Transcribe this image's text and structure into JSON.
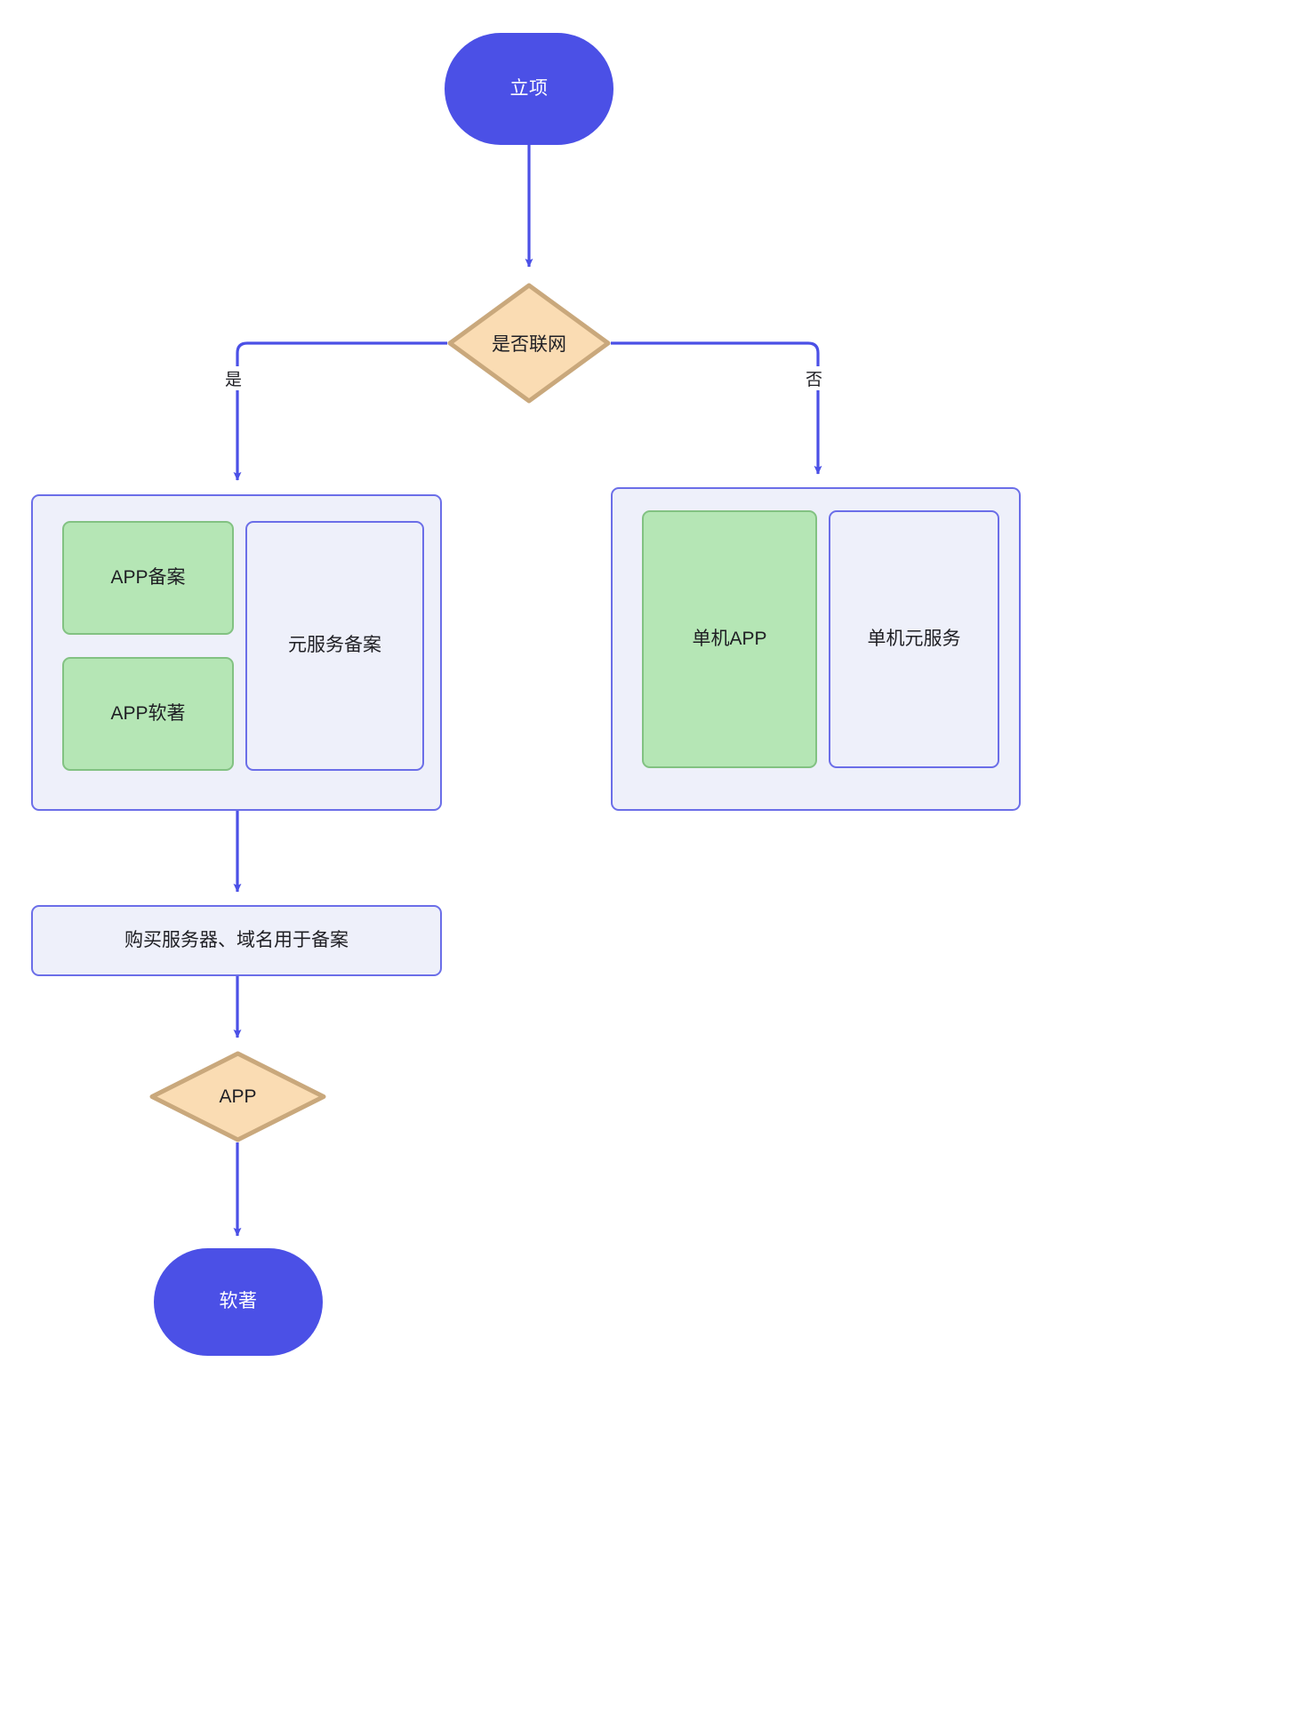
{
  "diagram": {
    "type": "flowchart",
    "direction": "top-down",
    "title": "",
    "colors": {
      "terminal_fill": "#4b50e6",
      "terminal_text": "#ffffff",
      "decision_fill": "#fadcb3",
      "decision_stroke": "#c9a87c",
      "process_fill": "#eef0fa",
      "process_stroke": "#6b6ee8",
      "highlight_fill": "#b5e6b5",
      "highlight_stroke": "#82c282",
      "edge_stroke": "#4b50e6",
      "text": "#1f1f24",
      "background": "#ffffff"
    }
  },
  "nodes": {
    "start": {
      "id": "start",
      "label": "立项",
      "shape": "stadium"
    },
    "decision_network": {
      "id": "decision_network",
      "label": "是否联网",
      "shape": "diamond"
    },
    "group_online": {
      "id": "group_online",
      "label": "",
      "shape": "subgraph",
      "children": [
        {
          "id": "app_filing",
          "label": "APP备案",
          "shape": "rect",
          "style": "highlight"
        },
        {
          "id": "app_copyright",
          "label": "APP软著",
          "shape": "rect",
          "style": "highlight"
        },
        {
          "id": "meta_service_filing",
          "label": "元服务备案",
          "shape": "rect",
          "style": "process"
        }
      ]
    },
    "group_offline": {
      "id": "group_offline",
      "label": "",
      "shape": "subgraph",
      "children": [
        {
          "id": "standalone_app",
          "label": "单机APP",
          "shape": "rect",
          "style": "highlight"
        },
        {
          "id": "standalone_meta_service",
          "label": "单机元服务",
          "shape": "rect",
          "style": "process"
        }
      ]
    },
    "buy_server": {
      "id": "buy_server",
      "label": "购买服务器、域名用于备案",
      "shape": "rect"
    },
    "decision_app": {
      "id": "decision_app",
      "label": "APP",
      "shape": "diamond"
    },
    "end": {
      "id": "end",
      "label": "软著",
      "shape": "stadium"
    }
  },
  "edges": [
    {
      "from": "start",
      "to": "decision_network",
      "label": ""
    },
    {
      "from": "decision_network",
      "to": "group_online",
      "label": "是"
    },
    {
      "from": "decision_network",
      "to": "group_offline",
      "label": "否"
    },
    {
      "from": "group_online",
      "to": "buy_server",
      "label": ""
    },
    {
      "from": "buy_server",
      "to": "decision_app",
      "label": ""
    },
    {
      "from": "decision_app",
      "to": "end",
      "label": ""
    }
  ],
  "edge_labels": {
    "yes": "是",
    "no": "否"
  }
}
